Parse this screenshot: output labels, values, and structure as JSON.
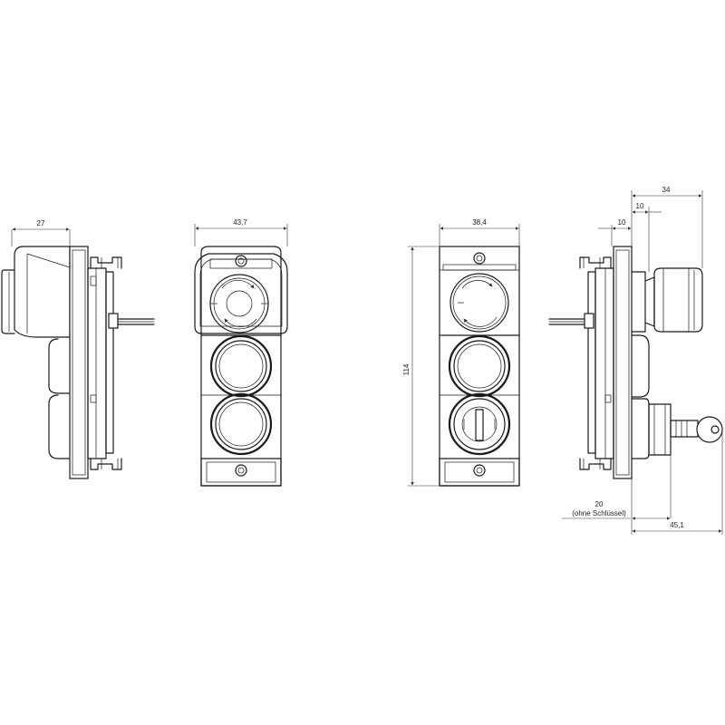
{
  "dimensions": {
    "side_left_depth": "27",
    "front_left_width": "43,7",
    "front_right_width": "38,4",
    "height": "114",
    "side_right_top": "34",
    "side_right_mid": "10",
    "side_right_low": "10",
    "side_right_bottom": "20",
    "side_right_bottom_note": "(ohne Schlüssel)",
    "side_right_total": "45,1"
  }
}
